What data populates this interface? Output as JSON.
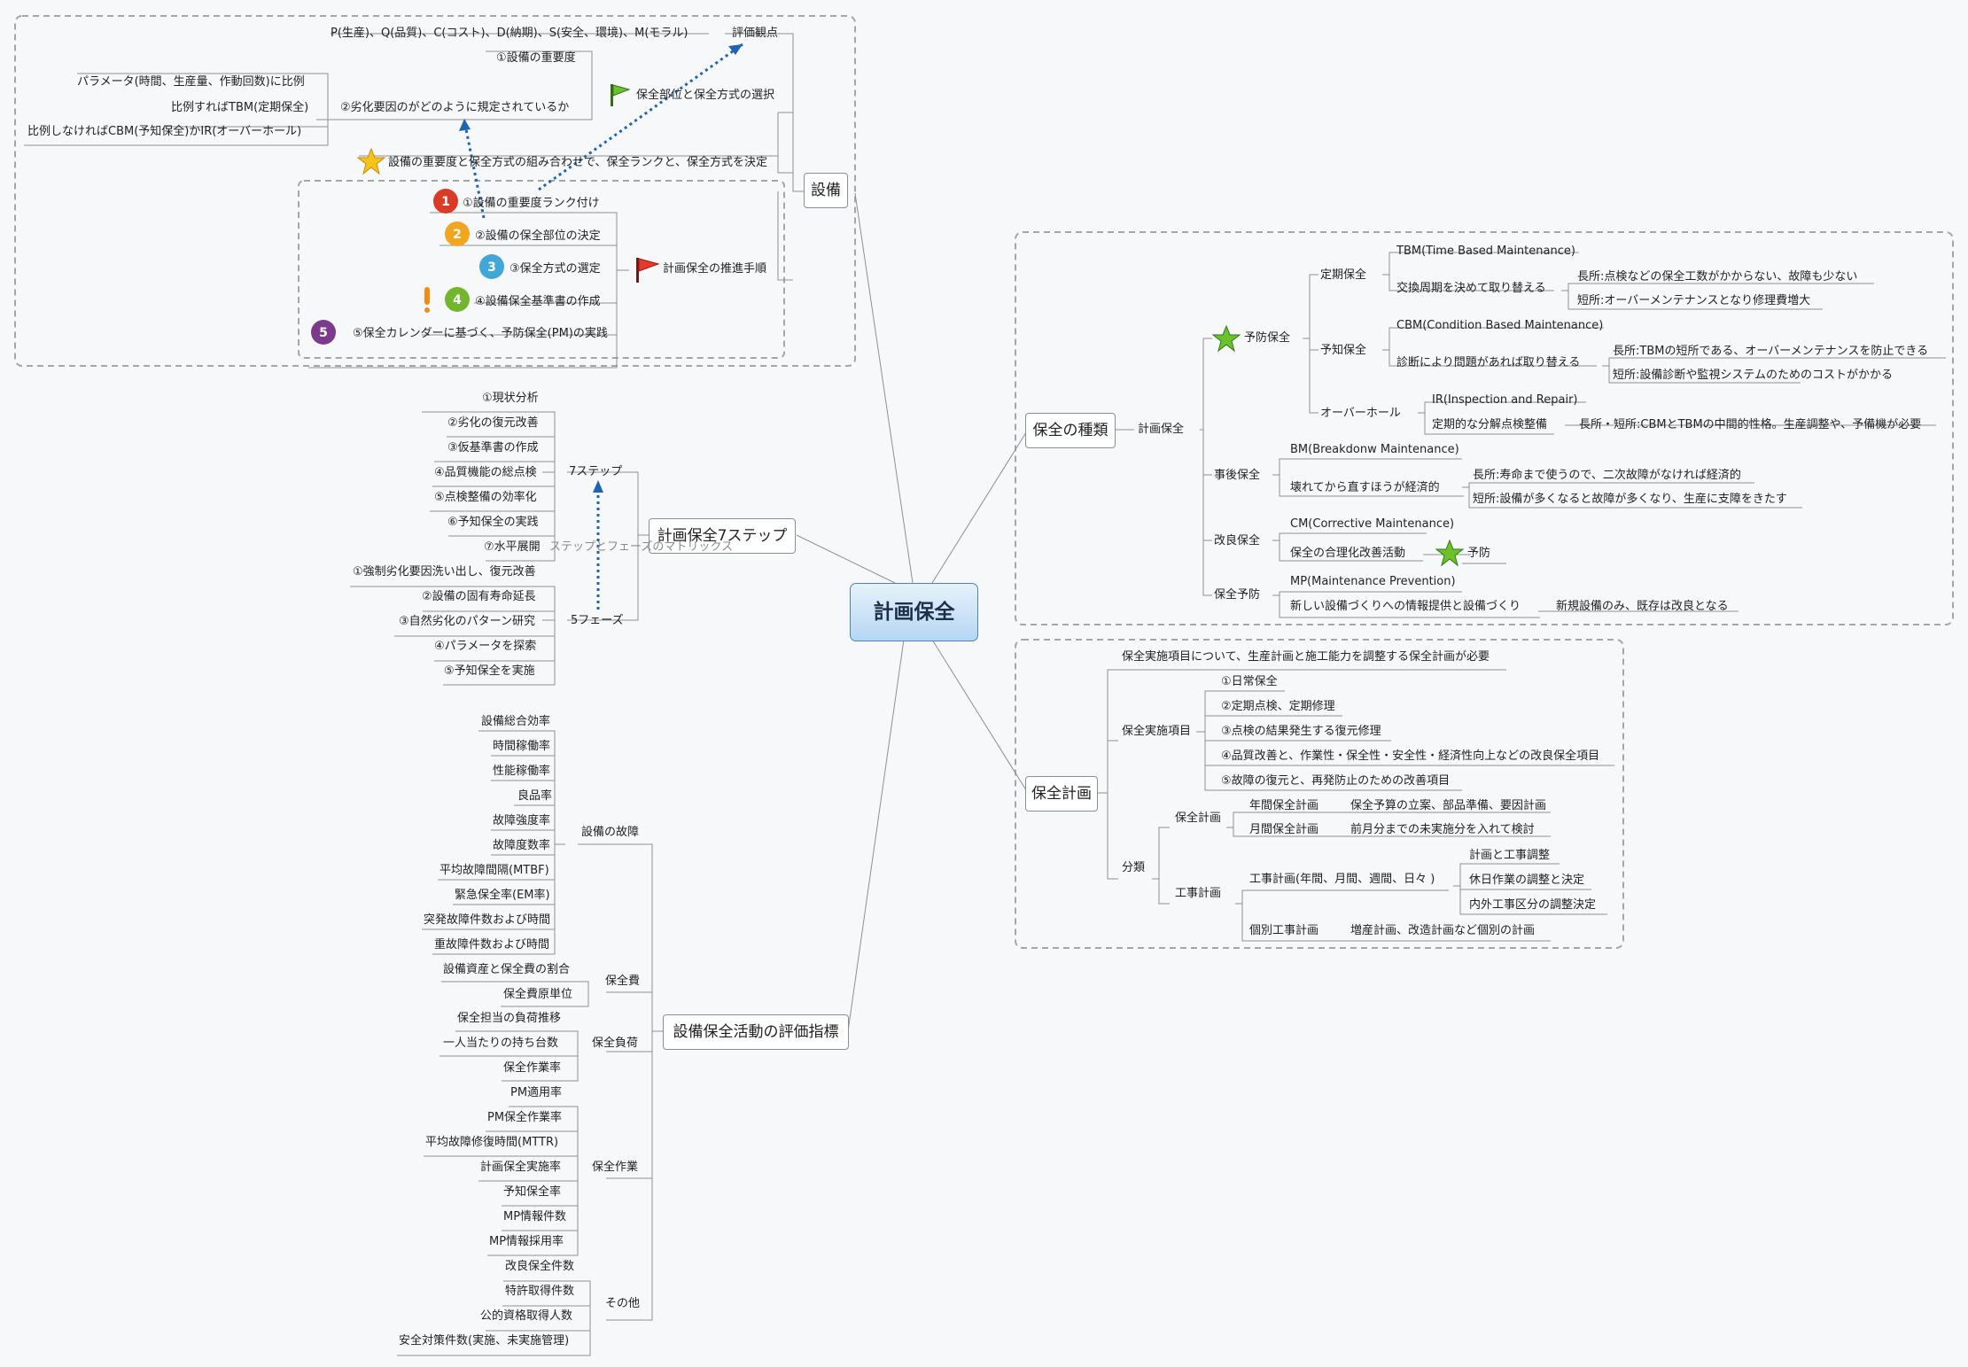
{
  "root": "計画保全",
  "equipment": {
    "title": "設備",
    "eval_label": "評価観点",
    "eval_items": "P(生産)、Q(品質)、C(コスト)、D(納期)、S(安全、環境)、M(モラル)",
    "select_label": "保全部位と保全方式の選択",
    "importance": "①設備の重要度",
    "degradation": "②劣化要因のがどのように規定されているか",
    "param": "パラメータ(時間、生産量、作動回数)に比例",
    "tbm_rule": "比例すればTBM(定期保全)",
    "cbm_rule": "比例しなければCBM(予知保全)かIR(オーバーホール)",
    "combination": "設備の重要度と保全方式の組み合わせで、保全ランクと、保全方式を決定",
    "procedure_label": "計画保全の推進手順",
    "steps": [
      "①設備の重要度ランク付け",
      "②設備の保全部位の決定",
      "③保全方式の選定",
      "④設備保全基準書の作成",
      "⑤保全カレンダーに基づく、予防保全(PM)の実践"
    ]
  },
  "seven_steps": {
    "title": "計画保全7ステップ",
    "steps_label": "7ステップ",
    "steps": [
      "①現状分析",
      "②劣化の復元改善",
      "③仮基準書の作成",
      "④品質機能の総点検",
      "⑤点検整備の効率化",
      "⑥予知保全の実践",
      "⑦水平展開"
    ],
    "matrix_note": "ステップとフェーズのマトリックス",
    "phases_label": "5フェーズ",
    "phases": [
      "①強制劣化要因洗い出し、復元改善",
      "②設備の固有寿命延長",
      "③自然劣化のパターン研究",
      "④パラメータを探索",
      "⑤予知保全を実施"
    ]
  },
  "indicators": {
    "title": "設備保全活動の評価指標",
    "groups": [
      {
        "label": "設備の故障",
        "items": [
          "設備総合効率",
          "時間稼働率",
          "性能稼働率",
          "良品率",
          "故障強度率",
          "故障度数率",
          "平均故障間隔(MTBF)",
          "緊急保全率(EM率)",
          "突発故障件数および時間",
          "重故障件数および時間"
        ]
      },
      {
        "label": "保全費",
        "items": [
          "設備資産と保全費の割合",
          "保全費原単位"
        ]
      },
      {
        "label": "保全負荷",
        "items": [
          "保全担当の負荷推移",
          "一人当たりの持ち台数",
          "保全作業率"
        ]
      },
      {
        "label": "保全作業",
        "items": [
          "PM適用率",
          "PM保全作業率",
          "平均故障修復時間(MTTR)",
          "計画保全実施率",
          "予知保全率",
          "MP情報件数",
          "MP情報採用率"
        ]
      },
      {
        "label": "その他",
        "items": [
          "改良保全件数",
          "特許取得件数",
          "公的資格取得人数",
          "安全対策件数(実施、未実施管理)"
        ]
      }
    ]
  },
  "types": {
    "title": "保全の種類",
    "planned": "計画保全",
    "preventive": "予防保全",
    "periodic": "定期保全",
    "tbm": "TBM(Time Based Maintenance)",
    "tbm_desc": "交換周期を決めて取り替える",
    "tbm_pro": "長所:点検などの保全工数がかからない、故障も少ない",
    "tbm_con": "短所:オーバーメンテナンスとなり修理費増大",
    "predictive": "予知保全",
    "cbm": "CBM(Condition Based Maintenance)",
    "cbm_desc": "診断により問題があれば取り替える",
    "cbm_pro": "長所:TBMの短所である、オーバーメンテナンスを防止できる",
    "cbm_con": "短所:設備診断や監視システムのためのコストがかかる",
    "overhaul": "オーバーホール",
    "ir": "IR(Inspection and Repair)",
    "ir_desc": "定期的な分解点検整備",
    "ir_note": "長所・短所:CBMとTBMの中間的性格。生産調整や、予備機が必要",
    "breakdown": "事後保全",
    "bm": "BM(Breakdonw Maintenance)",
    "bm_desc": "壊れてから直すほうが経済的",
    "bm_pro": "長所:寿命まで使うので、二次故障がなければ経済的",
    "bm_con": "短所:設備が多くなると故障が多くなり、生産に支障をきたす",
    "corrective": "改良保全",
    "cm": "CM(Corrective Maintenance)",
    "cm_desc": "保全の合理化改善活動",
    "cm_leaf": "予防",
    "mp_label": "保全予防",
    "mp": "MP(Maintenance Prevention)",
    "mp_desc": "新しい設備づくりへの情報提供と設備づくり",
    "mp_note": "新規設備のみ、既存は改良となる"
  },
  "plan": {
    "title": "保全計画",
    "intro": "保全実施項目について、生産計画と施工能力を調整する保全計画が必要",
    "items_label": "保全実施項目",
    "items": [
      "①日常保全",
      "②定期点検、定期修理",
      "③点検の結果発生する復元修理",
      "④品質改善と、作業性・保全性・安全性・経済性向上などの改良保全項目",
      "⑤故障の復元と、再発防止のための改善項目"
    ],
    "class_label": "分類",
    "maint_plan": "保全計画",
    "annual": "年間保全計画",
    "annual_desc": "保全予算の立案、部品準備、要因計画",
    "monthly": "月間保全計画",
    "monthly_desc": "前月分までの未実施分を入れて検討",
    "work_plan": "工事計画",
    "work_sched": "工事計画(年間、月間、週間、日々 )",
    "work_items": [
      "計画と工事調整",
      "休日作業の調整と決定",
      "内外工事区分の調整決定"
    ],
    "individual": "個別工事計画",
    "individual_desc": "増産計画、改造計画など個別の計画"
  },
  "colors": {
    "line": "#8c9096",
    "dash": "#a6a6a6",
    "arrow": "#1f63b3",
    "root_border": "#4a83c4"
  }
}
